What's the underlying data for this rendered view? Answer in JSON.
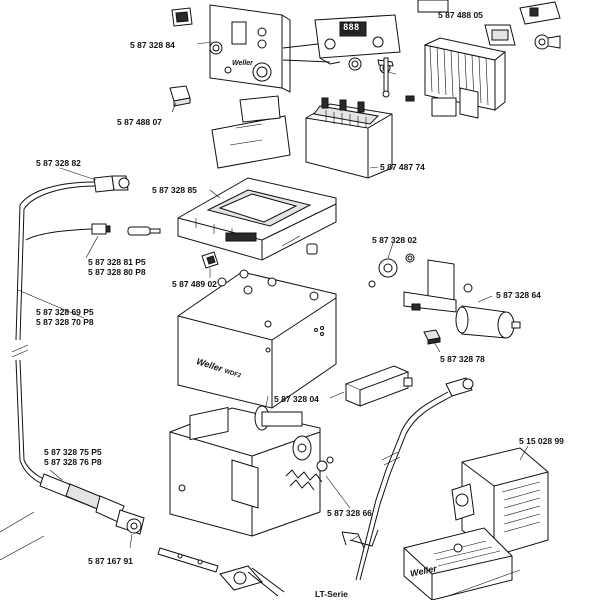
{
  "parts": [
    {
      "id": "front-panel",
      "label": "5 87 328 84"
    },
    {
      "id": "rubber-cap",
      "label": "5 87 488 07"
    },
    {
      "id": "connector-top",
      "label": "5 87 488 05"
    },
    {
      "id": "transformer",
      "label": "5 87 487 74"
    },
    {
      "id": "cable-upper",
      "label": "5 87 328 82"
    },
    {
      "id": "base-plate",
      "label": "5 87 328 85"
    },
    {
      "id": "pin-a",
      "label": "5 87 328 81 P5"
    },
    {
      "id": "pin-b",
      "label": "5 87 328 80 P8"
    },
    {
      "id": "clip",
      "label": "5 87 489 02"
    },
    {
      "id": "knob",
      "label": "5 87 328 02"
    },
    {
      "id": "motor",
      "label": "5 87 328 64"
    },
    {
      "id": "cable-lower-a",
      "label": "5 87 328 69 P5"
    },
    {
      "id": "cable-lower-b",
      "label": "5 87 328 70 P8"
    },
    {
      "id": "small-block",
      "label": "5 87 328 78"
    },
    {
      "id": "rail",
      "label": "5 87 328 04"
    },
    {
      "id": "foot-pedal",
      "label": "5 15 028 99"
    },
    {
      "id": "handpiece-a",
      "label": "5 87 328 75 P5"
    },
    {
      "id": "handpiece-b",
      "label": "5 87 328 76 P8"
    },
    {
      "id": "spring",
      "label": "5 87 328 66"
    },
    {
      "id": "nozzle",
      "label": "5 87 167 91"
    }
  ],
  "series_caption": "LT-Serie",
  "brand_text": "Weller",
  "model_text": "WDF2",
  "display_text": "888"
}
